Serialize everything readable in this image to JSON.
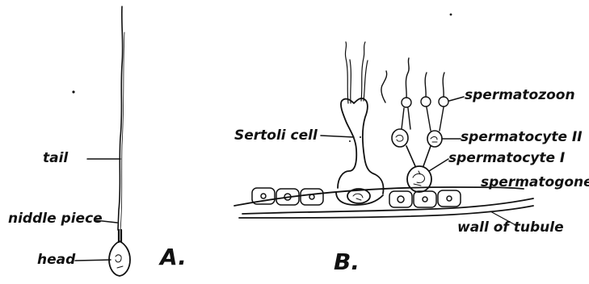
{
  "panel_a": {
    "letter": "A.",
    "labels": {
      "tail": "tail",
      "middle_piece": "niddle piece",
      "head": "head"
    }
  },
  "panel_b": {
    "letter": "B.",
    "labels": {
      "sertoli_cell": "Sertoli cell",
      "spermatozoon": "spermatozoon",
      "spermatocyte_ii": "spermatocyte II",
      "spermatocyte_i": "spermatocyte I",
      "spermatogone": "spermatogone",
      "wall_of_tubule": "wall of tubule"
    }
  },
  "colors": {
    "ink": "#111111",
    "paper": "#ffffff"
  }
}
